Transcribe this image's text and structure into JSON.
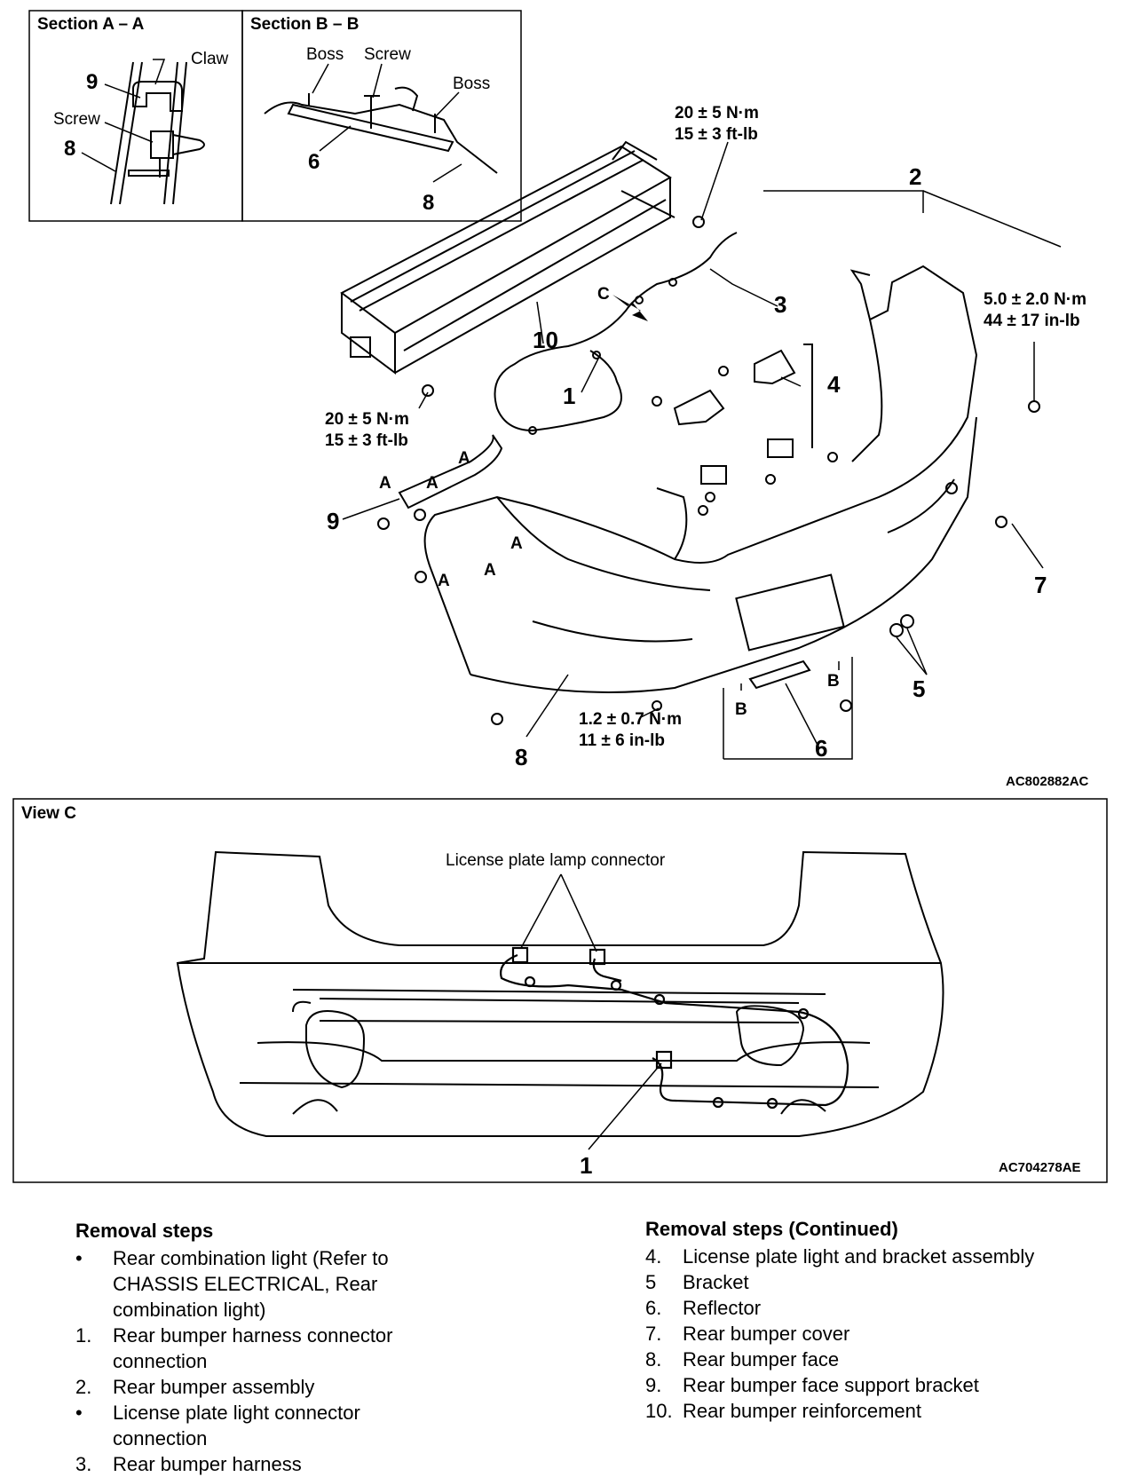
{
  "section_aa": {
    "title": "Section A – A",
    "claw": "Claw",
    "screw": "Screw",
    "n9": "9",
    "n8": "8"
  },
  "section_bb": {
    "title": "Section B – B",
    "boss1": "Boss",
    "screw": "Screw",
    "boss2": "Boss",
    "n6": "6",
    "n8": "8"
  },
  "main": {
    "torque_top_nm": "20 ± 5 N·m",
    "torque_top_ft": "15 ± 3 ft-lb",
    "torque_left_nm": "20 ± 5 N·m",
    "torque_left_ft": "15 ± 3 ft-lb",
    "torque_right_nm": "5.0 ± 2.0 N·m",
    "torque_right_in": "44 ± 17 in-lb",
    "torque_bottom_nm": "1.2 ± 0.7 N·m",
    "torque_bottom_in": "11 ± 6 in-lb",
    "n1": "1",
    "n2": "2",
    "n3": "3",
    "n4": "4",
    "n5": "5",
    "n6": "6",
    "n7": "7",
    "n8": "8",
    "n9": "9",
    "n10": "10",
    "view_c_arrow": "C",
    "sec_a": "A",
    "sec_b": "B",
    "code": "AC802882AC"
  },
  "view_c": {
    "title": "View C",
    "connector_label": "License plate lamp connector",
    "n1": "1",
    "code": "AC704278AE"
  },
  "removal_steps": {
    "heading": "Removal steps",
    "items": [
      {
        "marker": "•",
        "text": "Rear combination light (Refer to CHASSIS ELECTRICAL, Rear combination light)"
      },
      {
        "marker": "1.",
        "text": "Rear bumper harness connector connection"
      },
      {
        "marker": "2.",
        "text": "Rear bumper assembly"
      },
      {
        "marker": "•",
        "text": "License plate light connector connection"
      },
      {
        "marker": "3.",
        "text": "Rear bumper harness"
      }
    ]
  },
  "removal_steps_cont": {
    "heading": "Removal steps (Continued)",
    "items": [
      {
        "marker": "4.",
        "text": "License plate light and bracket assembly"
      },
      {
        "marker": "5",
        "text": "Bracket"
      },
      {
        "marker": "6.",
        "text": "Reflector"
      },
      {
        "marker": "7.",
        "text": "Rear bumper cover"
      },
      {
        "marker": "8.",
        "text": "Rear bumper face"
      },
      {
        "marker": "9.",
        "text": "Rear bumper face support bracket"
      },
      {
        "marker": "10.",
        "text": "Rear bumper reinforcement"
      }
    ]
  }
}
